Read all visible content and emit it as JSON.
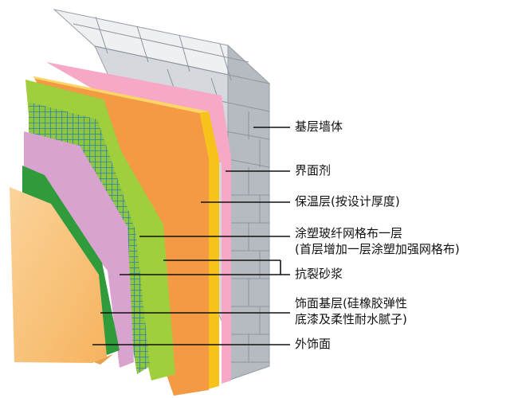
{
  "labels": {
    "base_wall": "基层墙体",
    "interface_agent": "界面剂",
    "insulation_layer": "保温层(按设计厚度)",
    "mesh_line1": "涂塑玻纤网格布一层",
    "mesh_line2": "(首层增加一层涂塑加强网格布)",
    "mortar": "抗裂砂浆",
    "finish_base_line1": "饰面基层(硅橡胶弹性",
    "finish_base_line2": "底漆及柔性耐水腻子)",
    "outer_finish": "外饰面"
  },
  "colors": {
    "brick_face": "#dcdee2",
    "brick_top": "#f1f2f4",
    "brick_side": "#b9bcc2",
    "interface": "#f6a8c6",
    "insulation": "#f59a44",
    "insulation_edge": "#f7c21a",
    "mortar_green": "#9fcf3c",
    "mesh": "#2e7fb0",
    "putty_purple": "#d9a3d0",
    "primer_green": "#2f9b3a",
    "finish": "#f9c27e",
    "leader_line": "#111111"
  }
}
